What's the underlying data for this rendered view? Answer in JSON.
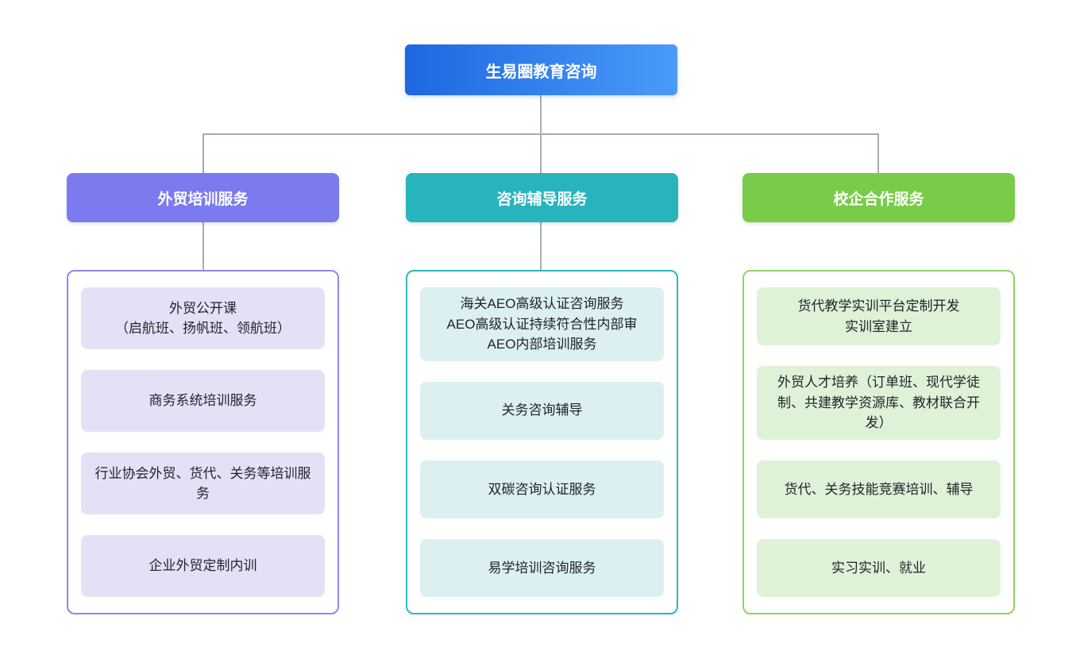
{
  "root": {
    "label": "生易圈教育咨询"
  },
  "branches": [
    {
      "label": "外贸培训服务",
      "items": [
        "外贸公开课\n（启航班、扬帆班、领航班）",
        "商务系统培训服务",
        "行业协会外贸、货代、关务等培训服务",
        "企业外贸定制内训"
      ]
    },
    {
      "label": "咨询辅导服务",
      "items": [
        "海关AEO高级认证咨询服务\nAEO高级认证持续符合性内部审\nAEO内部培训服务",
        "关务咨询辅导",
        "双碳咨询认证服务",
        "易学培训咨询服务"
      ]
    },
    {
      "label": "校企合作服务",
      "items": [
        "货代教学实训平台定制开发\n实训室建立",
        "外贸人才培养（订单班、现代学徒制、共建教学资源库、教材联合开发）",
        "货代、关务技能竞赛培训、辅导",
        "实习实训、就业"
      ]
    }
  ],
  "colors": {
    "root-grad-start": "#1e67e2",
    "root-grad-end": "#4a9bf8",
    "branch1-header": "#7b7bef",
    "branch1-border": "#8b88f0",
    "branch1-item-bg": "#e4e1f7",
    "branch2-header": "#28b4bd",
    "branch2-border": "#2fb6be",
    "branch2-item-bg": "#dcf0f1",
    "branch3-header": "#7acb49",
    "branch3-border": "#90d45f",
    "branch3-item-bg": "#def2d8",
    "connector-line": "#a5adb6",
    "text-dark": "#1f2329",
    "header-text": "#ffffff"
  }
}
